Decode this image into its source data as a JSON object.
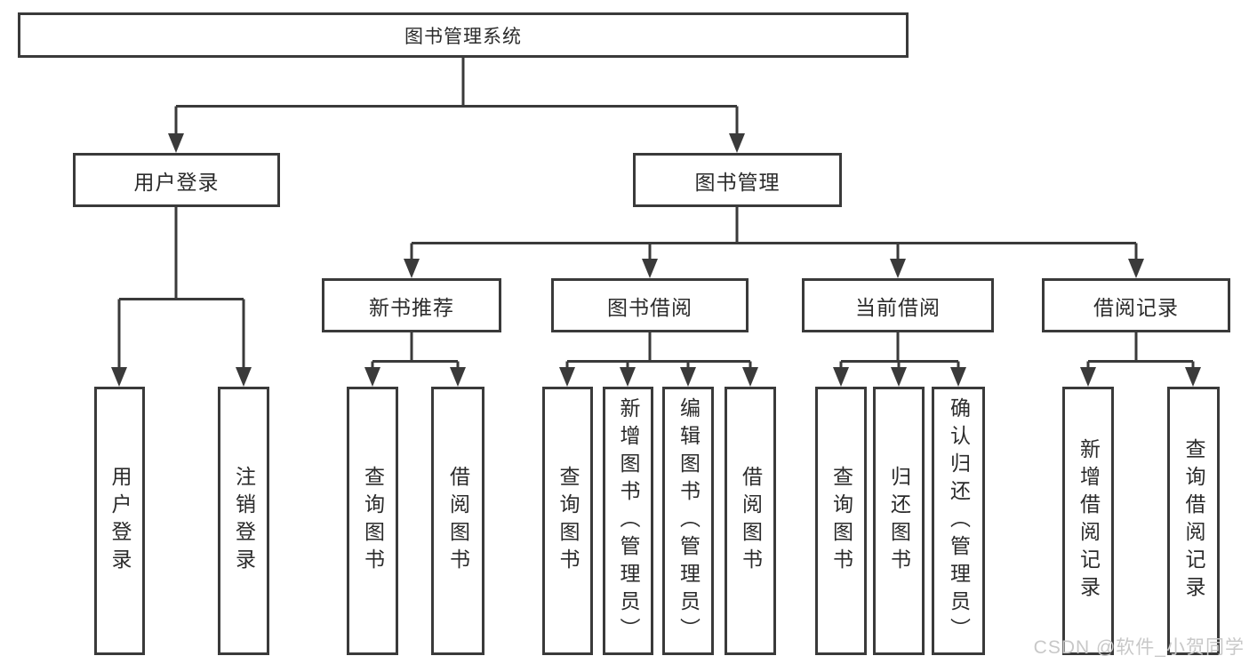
{
  "diagram": {
    "title": "图书管理系统",
    "level2": {
      "user_login": "用户登录",
      "book_management": "图书管理"
    },
    "level3": {
      "new_book_recommend": "新书推荐",
      "book_borrow": "图书借阅",
      "current_borrow": "当前借阅",
      "borrow_records": "借阅记录"
    },
    "leaves": {
      "login": "用户登录",
      "logout": "注销登录",
      "recommend_query_books": "查询图书",
      "recommend_borrow_books": "借阅图书",
      "borrow_query_books": "查询图书",
      "borrow_add_books_admin": "新增图书（管理员）",
      "borrow_edit_books_admin": "编辑图书（管理员）",
      "borrow_borrow_books": "借阅图书",
      "current_query_books": "查询图书",
      "current_return_books": "归还图书",
      "current_confirm_return_admin": "确认归还（管理员）",
      "records_add_record": "新增借阅记录",
      "records_query_record": "查询借阅记录"
    },
    "watermark": "CSDN @软件_小贺同学",
    "colors": {
      "line": "#3a3a3a",
      "text": "#2b2b2b",
      "background": "#ffffff",
      "watermark": "#c8c8c8"
    }
  }
}
